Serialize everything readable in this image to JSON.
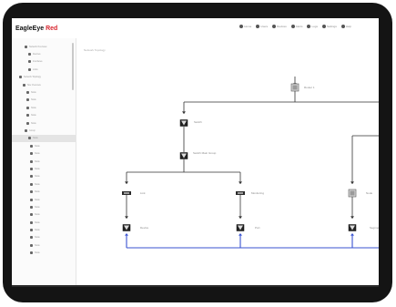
{
  "app": {
    "brand_primary": "EagleEye",
    "brand_accent": "Red",
    "accent_color": "#d8262f"
  },
  "nav": [
    {
      "icon": "home-icon",
      "label": "Home"
    },
    {
      "icon": "user-icon",
      "label": "Users"
    },
    {
      "icon": "monitor-icon",
      "label": "Devices"
    },
    {
      "icon": "alert-icon",
      "label": "Alerts"
    },
    {
      "icon": "list-icon",
      "label": "Logs"
    },
    {
      "icon": "settings-icon",
      "label": "Settings"
    },
    {
      "icon": "help-icon",
      "label": "Help"
    }
  ],
  "sidebar": {
    "items": [
      {
        "label": "Network Overview"
      },
      {
        "label": "Devices"
      },
      {
        "label": "Interfaces"
      },
      {
        "label": "Links"
      },
      {
        "label": "Network Topology"
      },
      {
        "label": "Site Overview"
      },
      {
        "label": "Node"
      },
      {
        "label": "Node"
      },
      {
        "label": "Node"
      },
      {
        "label": "Node"
      },
      {
        "label": "Node"
      },
      {
        "label": "Group"
      },
      {
        "label": "Node",
        "selected": true
      },
      {
        "label": "Node"
      },
      {
        "label": "Node"
      },
      {
        "label": "Node"
      },
      {
        "label": "Node"
      },
      {
        "label": "Node"
      },
      {
        "label": "Node"
      },
      {
        "label": "Node"
      },
      {
        "label": "Node"
      },
      {
        "label": "Node"
      },
      {
        "label": "Node"
      },
      {
        "label": "Node"
      },
      {
        "label": "Node"
      },
      {
        "label": "Node"
      },
      {
        "label": "Node"
      },
      {
        "label": "Node"
      }
    ]
  },
  "canvas": {
    "title": "Network Topology"
  },
  "diagram": {
    "link_color": "#3a53d1",
    "nodes": [
      {
        "id": "root",
        "type": "box",
        "label": "Router 1"
      },
      {
        "id": "sw1",
        "type": "switch",
        "label": "Switch"
      },
      {
        "id": "sw2",
        "type": "switch",
        "label": "Switch Main Group"
      },
      {
        "id": "br1",
        "type": "bar",
        "label": "Link"
      },
      {
        "id": "br2",
        "type": "bar",
        "label": "Monitoring"
      },
      {
        "id": "d1",
        "type": "switch",
        "label": "Device"
      },
      {
        "id": "d2",
        "type": "switch",
        "label": "Port"
      },
      {
        "id": "n3",
        "type": "box",
        "label": "Node"
      },
      {
        "id": "d3",
        "type": "switch",
        "label": "Segment"
      }
    ]
  }
}
